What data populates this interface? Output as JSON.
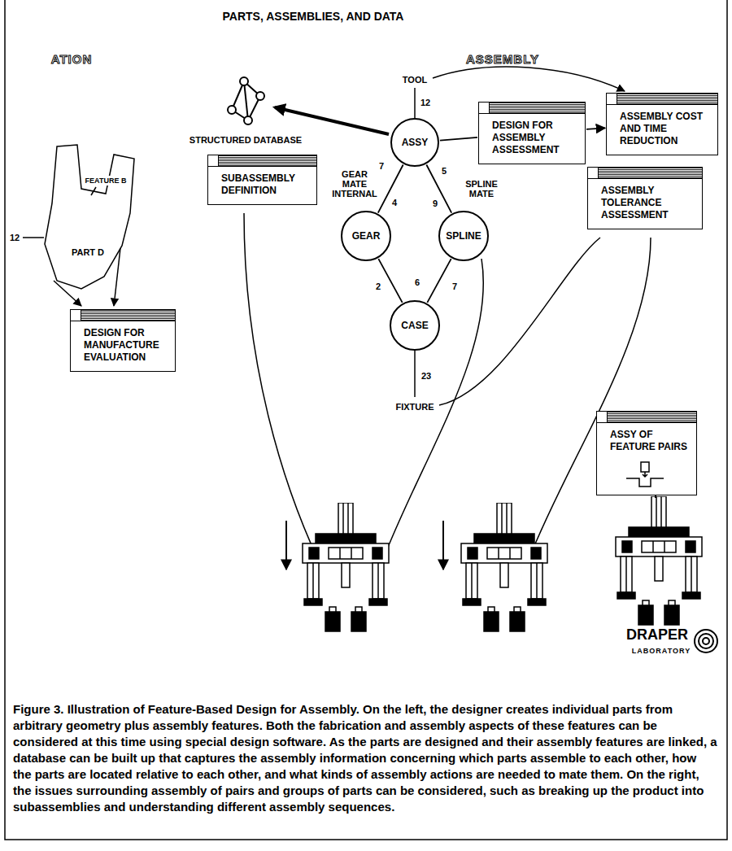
{
  "diagram": {
    "title": "PARTS, ASSEMBLIES, AND DATA",
    "caption": "Figure 3. Illustration of Feature-Based Design for Assembly. On the left, the designer creates individual parts from arbitrary geometry plus assembly features. Both the fabrication and assembly aspects of these features can be considered at this time using special design software. As the parts are designed and their assembly features are linked, a database can be built up that captures the assembly information concerning which parts assemble to each other, how the parts are located relative to each other, and what kinds of assembly actions are needed to mate them. On the right, the issues surrounding assembly of pairs and groups of parts can be considered, such as breaking up the product into subassemblies and understanding different assembly sequences.",
    "nodes": [
      {
        "text": [
          "ASSY"
        ]
      },
      {
        "text": [
          "SUBASSEMBLY DEFINITION"
        ]
      },
      {
        "text": [
          "DESIGN FOR ASSEMBLY ASSESSMENT"
        ]
      },
      {
        "text": [
          "ASSEMBLY COST AND TIME REDUCTION"
        ]
      },
      {
        "text": [
          "ASSEMBLY TOLERANCE ASSESSMENT"
        ]
      },
      {
        "text": [
          "GEAR"
        ]
      },
      {
        "text": [
          "SPLINE"
        ]
      },
      {
        "text": [
          "CASE"
        ]
      },
      {
        "text": [
          "DESIGN FOR MANUFACTURE EVALUATION"
        ]
      },
      {
        "text": [
          "ASSY OF FEATURE PAIRS"
        ]
      }
    ],
    "edges": [
      {
        "from": 0,
        "to": 5,
        "arrow": "none",
        "label": "GEAR MATE INTERNAL"
      },
      {
        "from": 0,
        "to": 6,
        "arrow": "none",
        "label": "SPLINE MATE"
      },
      {
        "from": 5,
        "to": 7,
        "arrow": "none"
      },
      {
        "from": 6,
        "to": 7,
        "arrow": "none"
      },
      {
        "from": 0,
        "to": 2,
        "arrow": "none"
      },
      {
        "from": 2,
        "to": 3,
        "arrow": "to"
      }
    ],
    "labels": [
      "ATION",
      "ASSEMBLY",
      "STRUCTURED DATABASE",
      "TOOL",
      "12",
      "7",
      "5",
      "4",
      "9",
      "2",
      "6",
      "7",
      "23",
      "FIXTURE",
      "FEATURE B",
      "PART D",
      "12",
      "DRAPER",
      "LABORATORY"
    ]
  }
}
